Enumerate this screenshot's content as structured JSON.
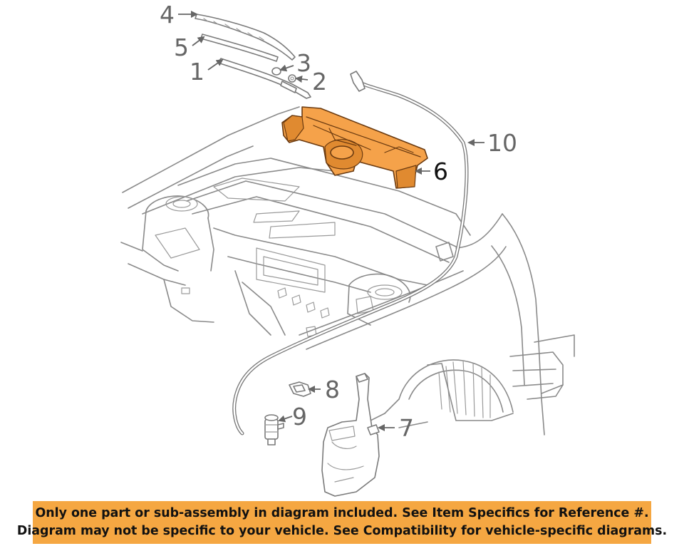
{
  "callouts": {
    "c1": "1",
    "c2": "2",
    "c3": "3",
    "c4": "4",
    "c5": "5",
    "c6": "6",
    "c7": "7",
    "c8": "8",
    "c9": "9",
    "c10": "10"
  },
  "highlight_color": "#f5a24a",
  "footer": {
    "background": "#f5a742",
    "line1": "Only one part or sub-assembly in diagram included. See Item Specifics for Reference #.",
    "line2": "Diagram may not be specific to your vehicle. See Compatibility for vehicle-specific diagrams."
  }
}
